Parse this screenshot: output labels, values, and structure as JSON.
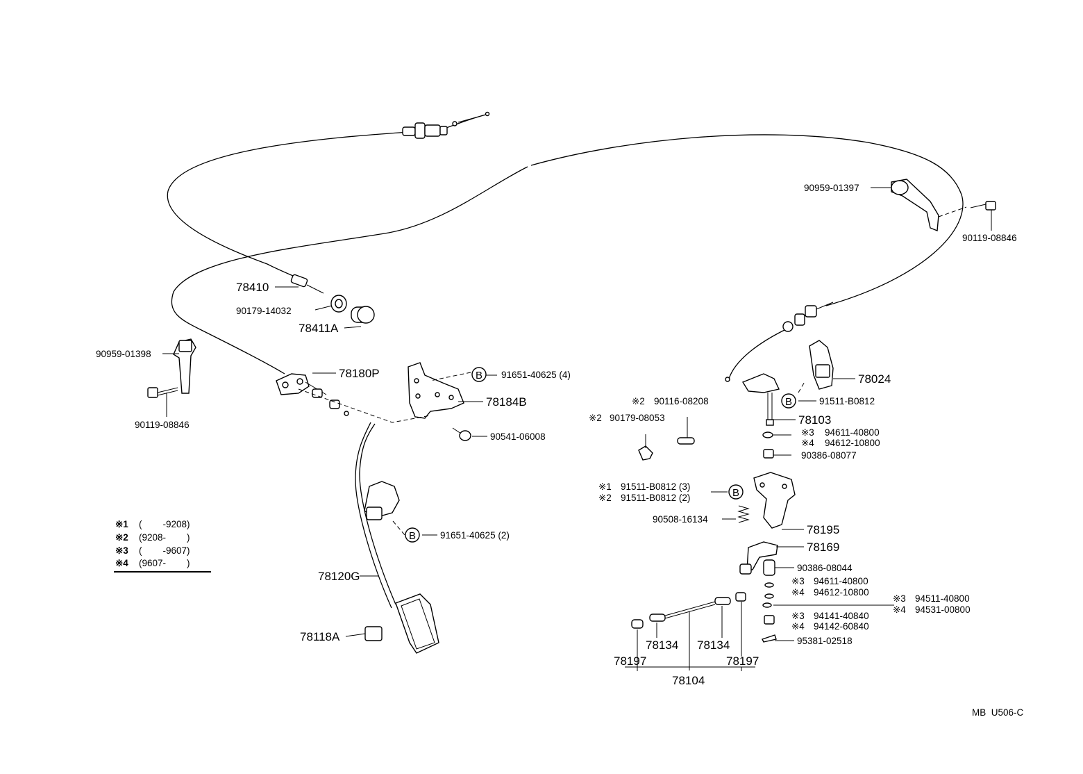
{
  "labels": {
    "p90959_01397": "90959-01397",
    "p90119_08846_r": "90119-08846",
    "p78410": "78410",
    "p90179_14032": "90179-14032",
    "p78411a": "78411A",
    "p90959_01398": "90959-01398",
    "p90119_08846_l": "90119-08846",
    "p78180p": "78180P",
    "p91651_40625_4": "91651-40625 (4)",
    "p78184b": "78184B",
    "p90541_06008": "90541-06008",
    "p78024": "78024",
    "p91511_b0812": "91511-B0812",
    "p78103": "78103",
    "m2_90116": "※2",
    "p90116_08208": "90116-08208",
    "m2_90179": "※2",
    "p90179_08053": "90179-08053",
    "m3_94611a": "※3",
    "p94611_40800_a": "94611-40800",
    "m4_94612a": "※4",
    "p94612_10800_a": "94612-10800",
    "p90386_08077": "90386-08077",
    "m1_91511": "※1",
    "p91511_b0812_3": "91511-B0812 (3)",
    "m2_91511": "※2",
    "p91511_b0812_2": "91511-B0812 (2)",
    "p90508_16134": "90508-16134",
    "p78195": "78195",
    "p78169": "78169",
    "p90386_08044": "90386-08044",
    "m3_94611b": "※3",
    "p94611_40800_b": "94611-40800",
    "m4_94612b": "※4",
    "p94612_10800_b": "94612-10800",
    "m3_94511": "※3",
    "p94511_40800": "94511-40800",
    "m4_94531": "※4",
    "p94531_00800": "94531-00800",
    "m3_94141": "※3",
    "p94141_40840": "94141-40840",
    "m4_94142": "※4",
    "p94142_60840": "94142-60840",
    "p95381_02518": "95381-02518",
    "p91651_40625_2": "91651-40625 (2)",
    "p78120g": "78120G",
    "p78118a": "78118A",
    "p78197_l": "78197",
    "p78134_l": "78134",
    "p78134_r": "78134",
    "p78197_r": "78197",
    "p78104": "78104",
    "bolt_b": "B",
    "footer": "MB  U506-C"
  },
  "legend": [
    {
      "mark": "※1",
      "range": "(        -9208)"
    },
    {
      "mark": "※2",
      "range": "(9208-        )"
    },
    {
      "mark": "※3",
      "range": "(        -9607)"
    },
    {
      "mark": "※4",
      "range": "(9607-        )"
    }
  ]
}
